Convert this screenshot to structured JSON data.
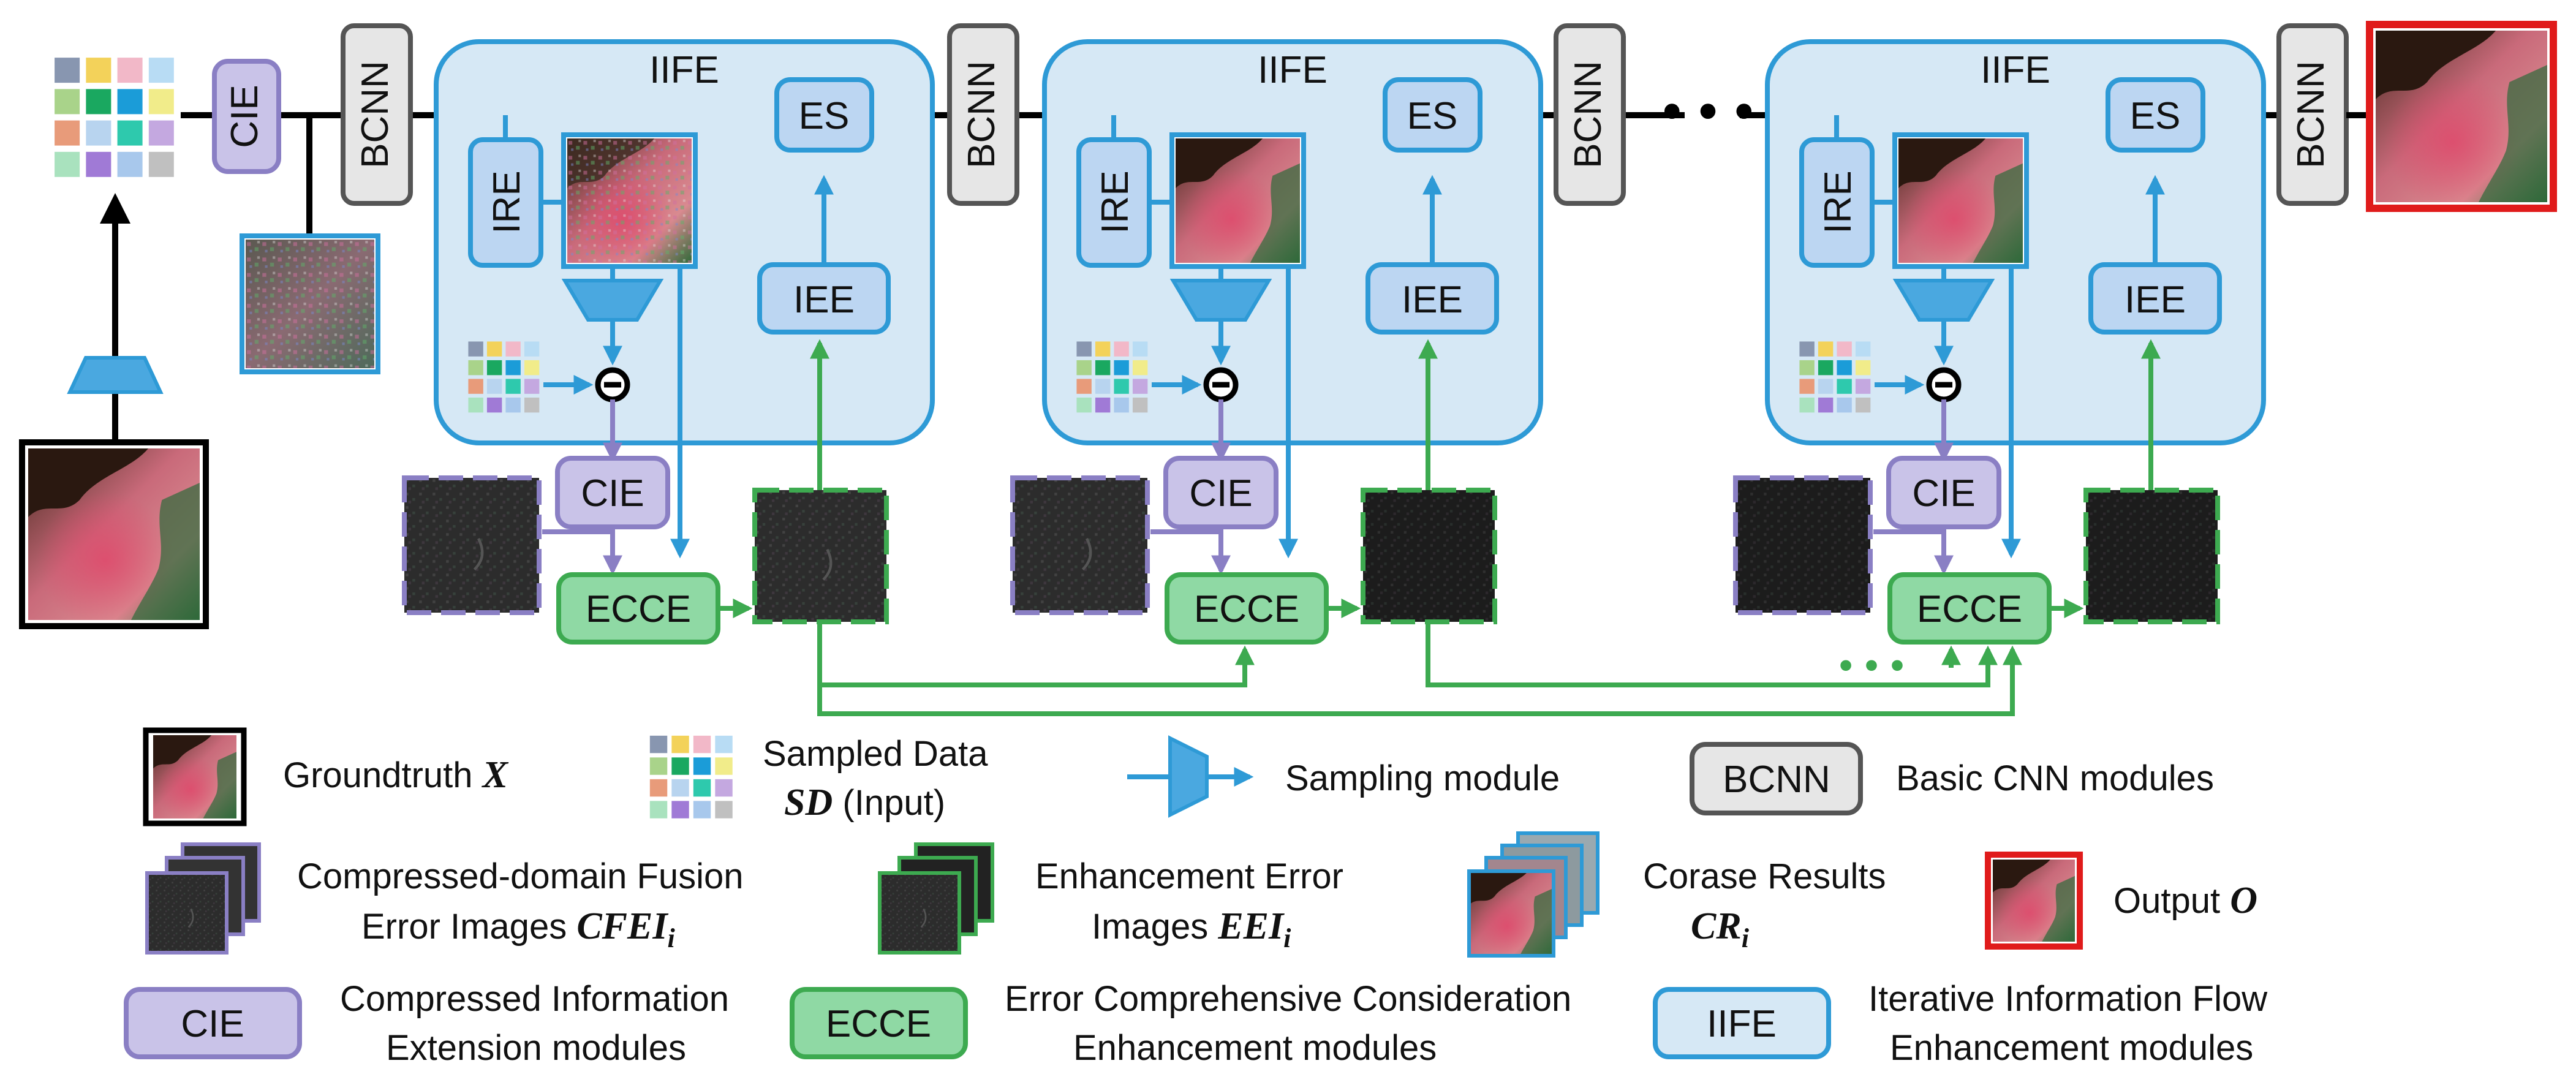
{
  "modules": {
    "iife": "IIFE",
    "es": "ES",
    "iee": "IEE",
    "ire": "IRE",
    "cie": "CIE",
    "ecce": "ECCE",
    "bcnn": "BCNN"
  },
  "ellipsis": "•••",
  "legend": {
    "groundtruth": {
      "text": "Groundtruth ",
      "symbol": "X"
    },
    "sampled": {
      "line1": "Sampled Data",
      "symbol": "SD",
      "line2_rest": " (Input)"
    },
    "sampling": "Sampling module",
    "bcnn_desc": "Basic CNN modules",
    "cfei": {
      "line1": "Compressed-domain Fusion",
      "line2": "Error Images ",
      "symbol": "CFEI",
      "sub": "i"
    },
    "eei": {
      "line1": "Enhancement Error",
      "line2": "Images ",
      "symbol": "EEI",
      "sub": "i"
    },
    "cr": {
      "line1": "Corase Results",
      "symbol": "CR",
      "sub": "i"
    },
    "output": {
      "text": "Output ",
      "symbol": "O"
    },
    "cie_desc": {
      "line1": "Compressed Information",
      "line2": "Extension modules"
    },
    "ecce_desc": {
      "line1": "Error Comprehensive Consideration",
      "line2": "Enhancement modules"
    },
    "iife_desc": {
      "line1": "Iterative Information Flow",
      "line2": "Enhancement modules"
    }
  },
  "colors": {
    "blue": "#2e9ad6",
    "blue_fill": "#d6e8f5",
    "module_fill": "#bcd6f2",
    "purple": "#8a7fc4",
    "purple_fill": "#c9c3e8",
    "green": "#3daa50",
    "green_fill": "#8fd9a4",
    "gray_fill": "#e6e6e6",
    "gray_stroke": "#555555",
    "red": "#e01b1b"
  }
}
